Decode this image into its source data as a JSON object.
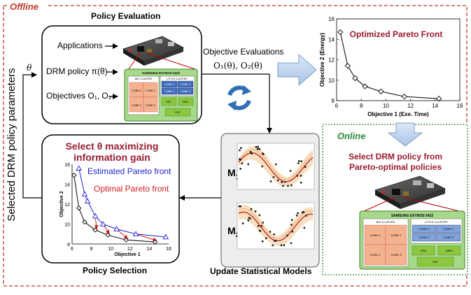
{
  "offline_label": "Offline",
  "online_label": "Online",
  "side_label": "Selected DRM policy parameters",
  "theta": "θ",
  "policy_evaluation": {
    "title": "Policy Evaluation",
    "inputs": [
      "Applications",
      "DRM policy π(θ)",
      "Objectives O₁, O₂"
    ]
  },
  "objective_evaluations": {
    "line1": "Objective Evaluations",
    "line2": "O₁(θ), O₂(θ)"
  },
  "soc": {
    "title": "SAMSUNG EXYNOS 5422",
    "big_cluster": "BIG CLUSTER",
    "little_cluster": "LITTLE CLUSTER",
    "big_cores": [
      "CORE 0",
      "CORE 1",
      "CORE 2",
      "CORE 3"
    ],
    "little_cores": [
      "CORE 0",
      "CORE 1",
      "CORE 2",
      "CORE 3"
    ],
    "gpu": "GPU",
    "mem": "MEM",
    "dsp": "DSP"
  },
  "colors": {
    "offline_border": "#c0392b",
    "online_border": "#2e8b3c",
    "title_red": "#9b1b30",
    "blue": "#1f1fd6",
    "red": "#d21f1f",
    "little_core": "#3e6fc0",
    "big_core": "#f4b28f",
    "accel": "#8dc63f"
  },
  "policy_selection": {
    "title_line1": "Select θ maximizing",
    "title_line2": "information gain",
    "label": "Policy Selection",
    "legend_estimated": "Estimated Pareto front",
    "legend_optimal": "Optimal Pareto front",
    "xlabel": "Objective 1",
    "ylabel": "Objective 2",
    "xticks": [
      "6",
      "8",
      "10",
      "12",
      "14",
      "16"
    ],
    "yticks": [
      "8",
      "10",
      "12",
      "14",
      "16"
    ]
  },
  "update_models": {
    "label": "Update Statistical Models",
    "m1": "M",
    "m1_sub": "1",
    "m2": "M",
    "m2_sub": "2"
  },
  "optimized_front": {
    "title": "Optimized Pareto Front",
    "xlabel": "Objective 1 (Exe. Time)",
    "ylabel": "Objective 2 (Energy)",
    "xticks": [
      "6",
      "8",
      "10",
      "12",
      "14",
      "16"
    ],
    "yticks": [
      "8",
      "10",
      "12",
      "14",
      "16"
    ]
  },
  "online_select": {
    "line1": "Select DRM policy from",
    "line2": "Pareto-optimal policies"
  },
  "chart_data": [
    {
      "type": "line",
      "title": "Optimized Pareto Front",
      "xlabel": "Objective 1 (Exe. Time)",
      "ylabel": "Objective 2 (Energy)",
      "xlim": [
        6,
        16
      ],
      "ylim": [
        8,
        16
      ],
      "series": [
        {
          "x": [
            6.3,
            6.9,
            7.5,
            8.3,
            9.6,
            11.5,
            14.3
          ],
          "y": [
            14.7,
            11.4,
            10.2,
            9.4,
            8.9,
            8.4,
            8.2
          ]
        }
      ]
    },
    {
      "type": "line",
      "xlabel": "Objective 1",
      "ylabel": "Objective 2",
      "xlim": [
        6,
        16
      ],
      "ylim": [
        8,
        16
      ],
      "series": [
        {
          "name": "Estimated Pareto front",
          "x": [
            6.7,
            7.3,
            7.6,
            8.4,
            9.2,
            10.6,
            12.6,
            15.7
          ],
          "y": [
            15.6,
            13.0,
            12.3,
            10.8,
            10.0,
            9.5,
            9.0,
            8.7
          ]
        },
        {
          "name": "Optimal Pareto front",
          "x": [
            6.2,
            6.7,
            7.3,
            8.4,
            9.7,
            11.6,
            14.6
          ],
          "y": [
            14.9,
            11.6,
            10.2,
            9.4,
            8.9,
            8.4,
            8.2
          ]
        }
      ]
    }
  ]
}
